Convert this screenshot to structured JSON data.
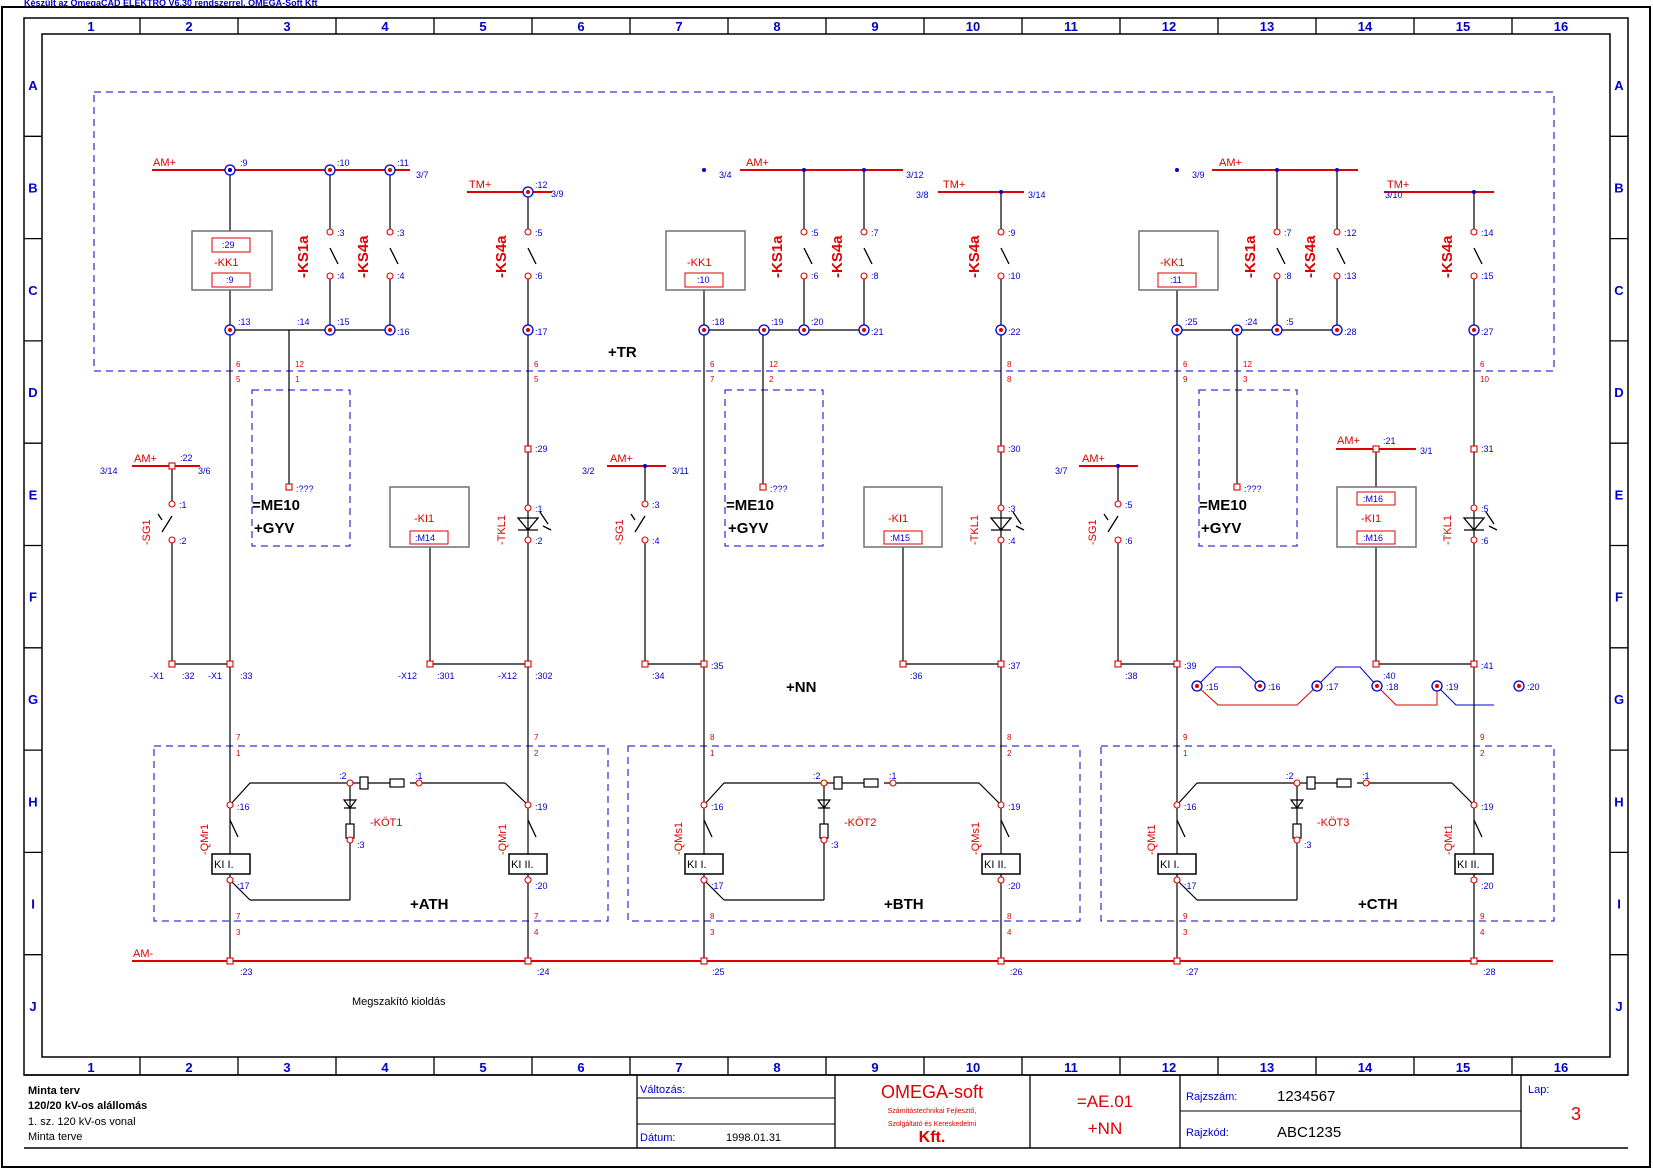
{
  "header_text": "Készült az OmegaCAD ELEKTRO V6.30 rendszerrel. OMEGA-Soft Kft",
  "grid": {
    "columns": [
      "1",
      "2",
      "3",
      "4",
      "5",
      "6",
      "7",
      "8",
      "9",
      "10",
      "11",
      "12",
      "13",
      "14",
      "15",
      "16"
    ],
    "rows": [
      "A",
      "B",
      "C",
      "D",
      "E",
      "F",
      "G",
      "H",
      "I",
      "J"
    ]
  },
  "zones": {
    "tr": "+TR",
    "nn": "+NN",
    "ath": "+ATH",
    "bth": "+BTH",
    "cth": "+CTH"
  },
  "rails": {
    "am_plus": "AM+",
    "tm_plus": "TM+",
    "am_minus": "AM-"
  },
  "refs": {
    "b1": "3/7",
    "b2": "3/9",
    "b3": "3/4",
    "b4": "3/12",
    "b5": "3/8",
    "b6": "3/14",
    "b7": "3/9",
    "b8": "3/10",
    "e1": "3/14",
    "e2": "3/6",
    "e3": "3/2",
    "e4": "3/11",
    "e5": "3/7",
    "e6": "3/1"
  },
  "labels": {
    "ks1a": "-KS1a",
    "ks4a": "-KS4a",
    "kk1": "-KK1",
    "ki1": "-KI1",
    "tkl1": "-TKL1",
    "sg1": "-SG1",
    "me10": "=ME10",
    "gyv": "+GYV",
    "qmr1": "-QMr1",
    "qms1": "-QMs1",
    "qmt1": "-QMt1",
    "kot1": "-KÖT1",
    "kot2": "-KÖT2",
    "kot3": "-KÖT3",
    "k1": "KI I.",
    "k2": "KI II.",
    "x1": "-X1",
    "x12": "-X12",
    "m14": ":M14",
    "m15": ":M15",
    "m16": ":M16",
    "q": ":???",
    "tripping": "Megszakító kioldás"
  },
  "nodes": {
    "n9": ":9",
    "n10": ":10",
    "n11": ":11",
    "n12": ":12",
    "n13": ":13",
    "n14": ":14",
    "n15": ":15",
    "n16": ":16",
    "n17": ":17",
    "n18": ":18",
    "n19": ":19",
    "n20": ":20",
    "n21": ":21",
    "n22": ":22",
    "n23": ":23",
    "n24": ":24",
    "n25": ":25",
    "n26": ":26",
    "n27": ":27",
    "n28": ":28",
    "n29": ":29",
    "n30": ":30",
    "n31": ":31",
    "n32": ":32",
    "n33": ":33",
    "n34": ":34",
    "n35": ":35",
    "n36": ":36",
    "n37": ":37",
    "n38": ":38",
    "n39": ":39",
    "n40": ":40",
    "n41": ":41",
    "n301": ":301",
    "n302": ":302",
    "c1": ":1",
    "c2": ":2",
    "c3": ":3",
    "c4": ":4",
    "c5": ":5",
    "c6": ":6",
    "c7": ":7",
    "c8": ":8",
    "c9": ":9",
    "c10": ":10",
    "c12": ":12",
    "c13": ":13",
    "c14": ":14",
    "c15": ":15",
    "c16": ":16",
    "c17": ":17",
    "c18": ":18",
    "c19": ":19",
    "c20": ":20",
    "kk9": ":9",
    "kk10": ":10",
    "kk11": ":11",
    "kk29": ":29"
  },
  "title_block": {
    "l1": "Minta terv",
    "l2": "120/20 kV-os alállomás",
    "l3": "1. sz. 120 kV-os vonal",
    "l4": "Minta terve",
    "change_label": "Változás:",
    "date_label": "Dátum:",
    "date_value": "1998.01.31",
    "company": "OMEGA-soft",
    "company_l2": "Számítástechnikai Fejlesztő,",
    "company_l3": "Szolgáltató és Kereskedelmi",
    "company_l4": "Kft.",
    "code1": "=AE.01",
    "code2": "+NN",
    "drawing_no_label": "Rajzszám:",
    "drawing_no": "1234567",
    "drawing_code_label": "Rajzkód:",
    "drawing_code": "ABC1235",
    "sheet_label": "Lap:",
    "sheet_no": "3"
  },
  "colors": {
    "line": "#000000",
    "red": "#dd0000",
    "blue": "#0000cc",
    "gray": "#707070"
  }
}
